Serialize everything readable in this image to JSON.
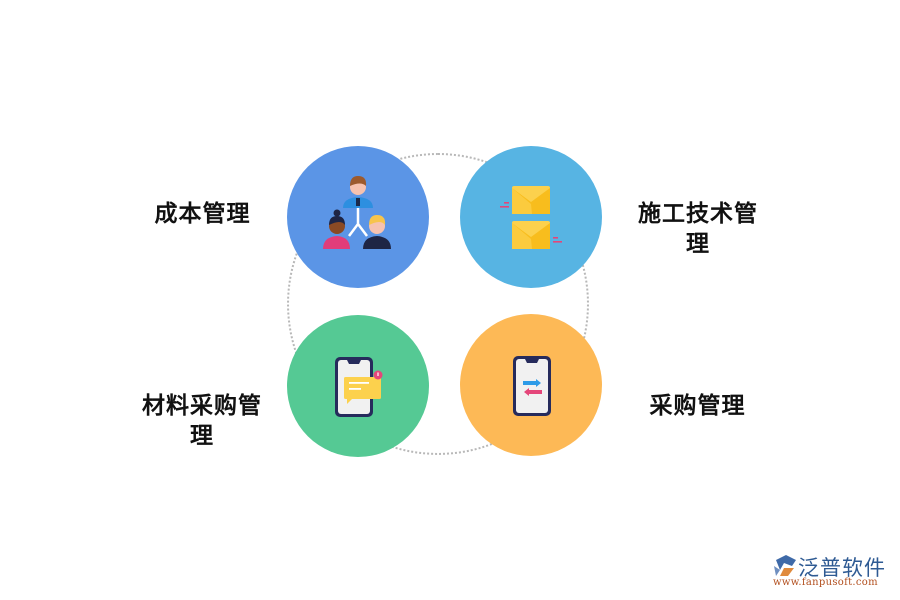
{
  "diagram": {
    "type": "four-quadrant-cycle",
    "nodes": [
      {
        "id": "top-left",
        "label": "成本管理",
        "icon": "team-hierarchy-icon",
        "color": "#5b95e6"
      },
      {
        "id": "top-right",
        "label": "施工技术管理",
        "label_lines": [
          "施工技术管",
          "理"
        ],
        "icon": "envelopes-icon",
        "color": "#57b4e3"
      },
      {
        "id": "bottom-left",
        "label": "材料采购管理",
        "label_lines": [
          "材料采购管",
          "理"
        ],
        "icon": "phone-message-icon",
        "color": "#55c994"
      },
      {
        "id": "bottom-right",
        "label": "采购管理",
        "icon": "phone-transfer-icon",
        "color": "#fdb956"
      }
    ],
    "connector": {
      "style": "dotted-circle",
      "color": "#b8b8b8"
    }
  },
  "watermark": {
    "brand": "泛普软件",
    "url": "www.fanpusoft.com"
  }
}
